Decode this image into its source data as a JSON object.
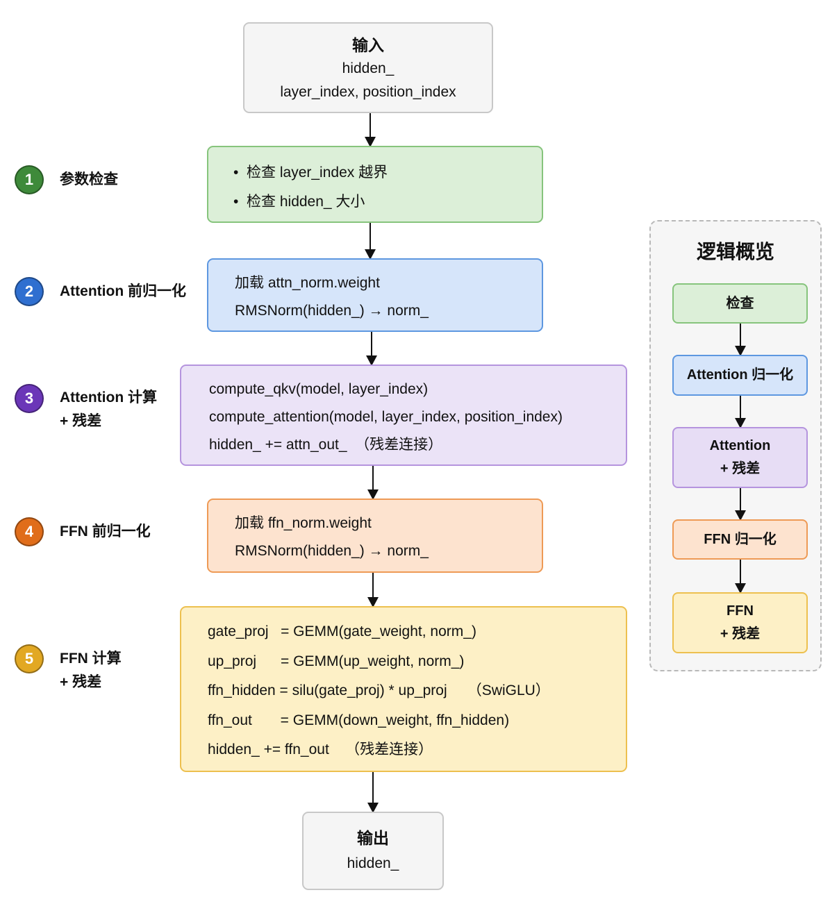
{
  "input_box": {
    "title": "输入",
    "lines": [
      "hidden_",
      "layer_index, position_index"
    ]
  },
  "steps": [
    {
      "number": "1",
      "label_lines": [
        "参数检查"
      ],
      "badge_color": "#3e8a3a",
      "box_lines": [
        "•  检查 layer_index 越界",
        "•  检查 hidden_ 大小"
      ]
    },
    {
      "number": "2",
      "label_lines": [
        "Attention 前归一化"
      ],
      "badge_color": "#2f6fd0",
      "box_lines": [
        "加载 attn_norm.weight",
        "RMSNorm(hidden_) → norm_"
      ]
    },
    {
      "number": "3",
      "label_lines": [
        "Attention 计算",
        "+ 残差"
      ],
      "badge_color": "#6b36b8",
      "box_lines": [
        "compute_qkv(model, layer_index)",
        "compute_attention(model, layer_index, position_index)",
        "hidden_ += attn_out_  （残差连接）"
      ]
    },
    {
      "number": "4",
      "label_lines": [
        "FFN 前归一化"
      ],
      "badge_color": "#e06d1a",
      "box_lines": [
        "加载 ffn_norm.weight",
        "RMSNorm(hidden_) → norm_"
      ]
    },
    {
      "number": "5",
      "label_lines": [
        "FFN 计算",
        "+ 残差"
      ],
      "badge_color": "#e2a823",
      "box_lines": [
        "gate_proj   = GEMM(gate_weight, norm_)",
        "up_proj      = GEMM(up_weight, norm_)",
        "ffn_hidden = silu(gate_proj) * up_proj     （SwiGLU）",
        "ffn_out       = GEMM(down_weight, ffn_hidden)",
        "hidden_ += ffn_out    （残差连接）"
      ]
    }
  ],
  "output_box": {
    "title": "输出",
    "lines": [
      "hidden_"
    ]
  },
  "overview": {
    "title": "逻辑概览",
    "items": [
      {
        "lines": [
          "检查"
        ]
      },
      {
        "lines": [
          "Attention 归一化"
        ]
      },
      {
        "lines": [
          "Attention",
          "+ 残差"
        ]
      },
      {
        "lines": [
          "FFN 归一化"
        ]
      },
      {
        "lines": [
          "FFN",
          "+ 残差"
        ]
      }
    ]
  },
  "colors": {
    "green": "#dcefd8",
    "blue": "#d6e5fa",
    "purple": "#ebe3f7",
    "orange": "#fde3cf",
    "yellow": "#fdf0c6",
    "gray": "#f5f5f5"
  }
}
